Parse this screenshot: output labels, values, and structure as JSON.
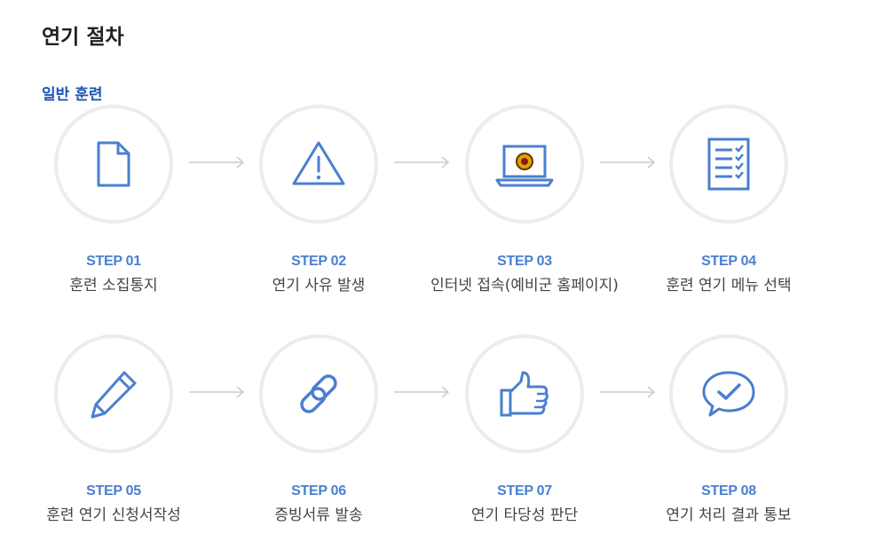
{
  "page": {
    "title": "연기 절차"
  },
  "section": {
    "title": "일반 훈련"
  },
  "colors": {
    "accent": "#4a7fd0",
    "title_blue": "#1a56b5",
    "circle_border": "#ececec",
    "arrow": "#cccccc"
  },
  "steps": [
    {
      "number": "STEP 01",
      "label": "훈련 소집통지",
      "icon": "document-icon"
    },
    {
      "number": "STEP 02",
      "label": "연기 사유 발생",
      "icon": "warning-icon"
    },
    {
      "number": "STEP 03",
      "label": "인터넷 접속(예비군 홈페이지)",
      "icon": "laptop-icon"
    },
    {
      "number": "STEP 04",
      "label": "훈련 연기 메뉴 선택",
      "icon": "checklist-icon"
    },
    {
      "number": "STEP 05",
      "label": "훈련 연기 신청서작성",
      "icon": "pencil-icon"
    },
    {
      "number": "STEP 06",
      "label": "증빙서류 발송",
      "icon": "link-icon"
    },
    {
      "number": "STEP 07",
      "label": "연기 타당성 판단",
      "icon": "thumbs-up-icon"
    },
    {
      "number": "STEP 08",
      "label": "연기 처리 결과 통보",
      "icon": "speech-check-icon"
    }
  ]
}
